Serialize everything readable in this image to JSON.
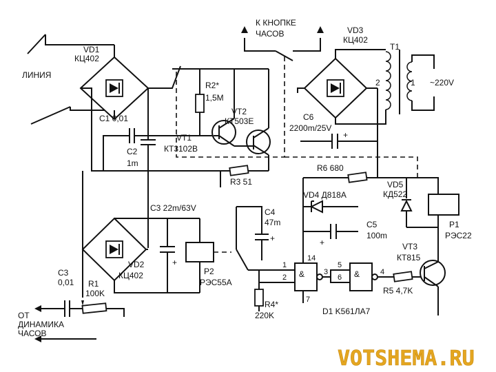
{
  "labels": {
    "vd1": "VD1",
    "vd1_type": "КЦ402",
    "line": "ЛИНИЯ",
    "c1": "C1 0,01",
    "c2": "C2",
    "c2_val": "1m",
    "vt1": "VT1",
    "vt1_type": "КТ3102В",
    "r2": "R2*",
    "r2_val": "1,5M",
    "vt2": "VT2",
    "vt2_type": "КТ503Е",
    "button_1": "К КНОПКЕ",
    "button_2": "ЧАСОВ",
    "vd3": "VD3",
    "vd3_type": "КЦ402",
    "t1": "T1",
    "tap_2": "2",
    "tap_1": "1",
    "mains": "~220V",
    "c6": "C6",
    "c6_val": "2200m/25V",
    "r3": "R3 51",
    "r6": "R6 680",
    "vd4": "VD4 Д818А",
    "vd5": "VD5",
    "vd5_type": "КД522",
    "c3_top": "C3 22m/63V",
    "c4": "C4",
    "c4_val": "47m",
    "c5": "C5",
    "c5_val": "100m",
    "p1": "P1",
    "p1_type": "РЭС22",
    "vd2": "VD2",
    "vd2_type": "КЦ402",
    "p2": "P2",
    "p2_type": "РЭС55А",
    "vt3": "VT3",
    "vt3_type": "КТ815",
    "c3_left": "C3",
    "c3_left_val": "0,01",
    "r1": "R1",
    "r1_val": "100K",
    "r4": "R4*",
    "r4_val": "220K",
    "r5": "R5 4,7K",
    "d1": "D1 K561ЛА7",
    "from_1": "ОТ",
    "from_2": "ДИНАМИКА",
    "from_3": "ЧАСОВ",
    "pin1": "1",
    "pin2": "2",
    "pin3": "3",
    "pin14": "14",
    "pin7": "7",
    "pin5": "5",
    "pin6": "6",
    "pin4": "4",
    "plus_c6": "+",
    "plus_c3": "+",
    "plus_c4": "+",
    "plus_c5": "+",
    "amp1": "&",
    "amp2": "&"
  },
  "watermark": "VOTSHEMA.RU",
  "colors": {
    "ink": "#111111",
    "watermark": "#e4a620"
  }
}
